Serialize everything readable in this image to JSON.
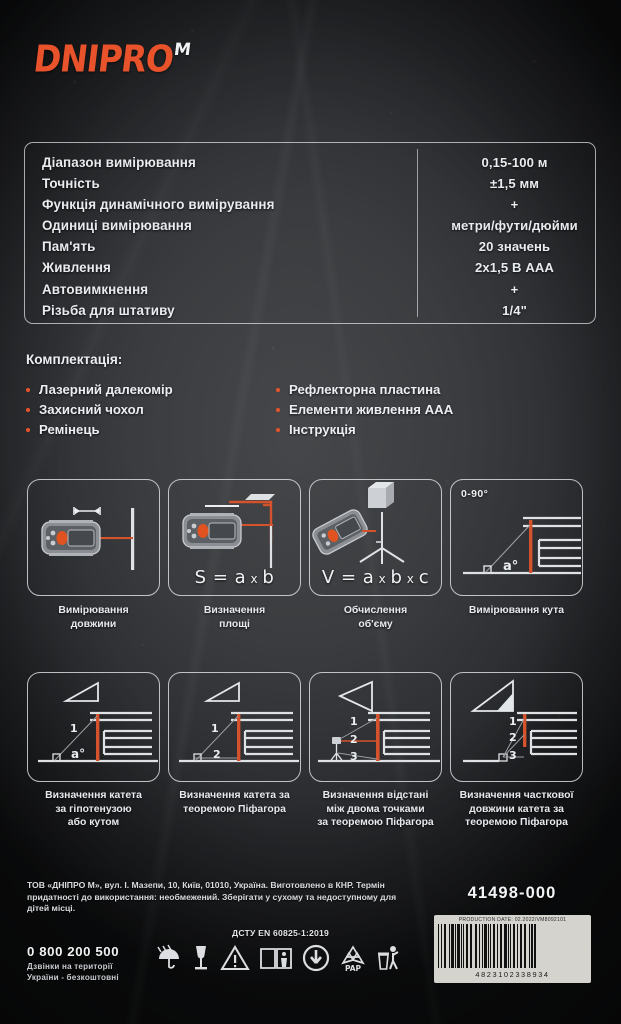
{
  "brand": {
    "word": "DNIPRO",
    "suffix": "M",
    "accent": "#e8532c"
  },
  "spec": {
    "rows": [
      {
        "name": "Діапазон вимірювання",
        "value": "0,15-100 м"
      },
      {
        "name": "Точність",
        "value": "±1,5 мм"
      },
      {
        "name": "Функція динамічного вимірування",
        "value": "+"
      },
      {
        "name": "Одиниці вимірювання",
        "value": "метри/фути/дюйми"
      },
      {
        "name": "Пам'ять",
        "value": "20 значень"
      },
      {
        "name": "Живлення",
        "value": "2х1,5 В ААА"
      },
      {
        "name": "Автовимкнення",
        "value": "+"
      },
      {
        "name": "Різьба для штативу",
        "value": "1/4\""
      }
    ]
  },
  "kit": {
    "title": "Комплектація:",
    "column_left": [
      "Лазерний далекомір",
      "Захисний чохол",
      "Ремінець"
    ],
    "column_right": [
      "Рефлекторна пластина",
      "Елементи живлення ААА",
      "Інструкція"
    ]
  },
  "features": {
    "row1": [
      {
        "icon": "distance-measure-icon",
        "caption": "Вимірювання\nдовжини",
        "formula": ""
      },
      {
        "icon": "area-measure-icon",
        "caption": "Визначення\nплощі",
        "formula": "S = a x b"
      },
      {
        "icon": "volume-measure-icon",
        "caption": "Обчислення\nоб'єму",
        "formula": "V = a x b x c"
      },
      {
        "icon": "angle-measure-icon",
        "caption": "Вимірювання кута",
        "formula": "",
        "label": "0-90°"
      }
    ],
    "row2": [
      {
        "icon": "leg-by-hypotenuse-icon",
        "caption": "Визначення катета\nза гіпотенузою\nабо кутом"
      },
      {
        "icon": "leg-by-pythagoras-icon",
        "caption": "Визначення катета за\nтеоремою Піфагора"
      },
      {
        "icon": "two-point-distance-icon",
        "caption": "Визначення відстані\nміж двома точками\nза теоремою Піфагора"
      },
      {
        "icon": "partial-leg-length-icon",
        "caption": "Визначення часткової\nдовжини катета за\nтеоремою Піфагора"
      }
    ]
  },
  "footer": {
    "address": "ТОВ «ДНІПРО М», вул. І. Мазепи, 10, Київ, 01010, Україна. Виготовлено в КНР. Термін придатності до використання: необмежений.  Зберігати у сухому та недоступному для дітей місці.",
    "standard": "ДСТУ EN 60825-1:2019",
    "phone_number": "0 800 200 500",
    "phone_note": "Дзвінки на території\nУкраїни - безкоштовні",
    "pictograms": [
      "keep-dry-umbrella-icon",
      "fragile-glass-icon",
      "warning-triangle-icon",
      "read-manual-icon",
      "green-dot-icon",
      "pap-recycle-icon",
      "dispose-in-bin-icon"
    ],
    "article_number": "41498-000",
    "production_date": "PRODUCTION DATE: 02.2022/VM8092101",
    "barcode_number": "4823102338934"
  }
}
